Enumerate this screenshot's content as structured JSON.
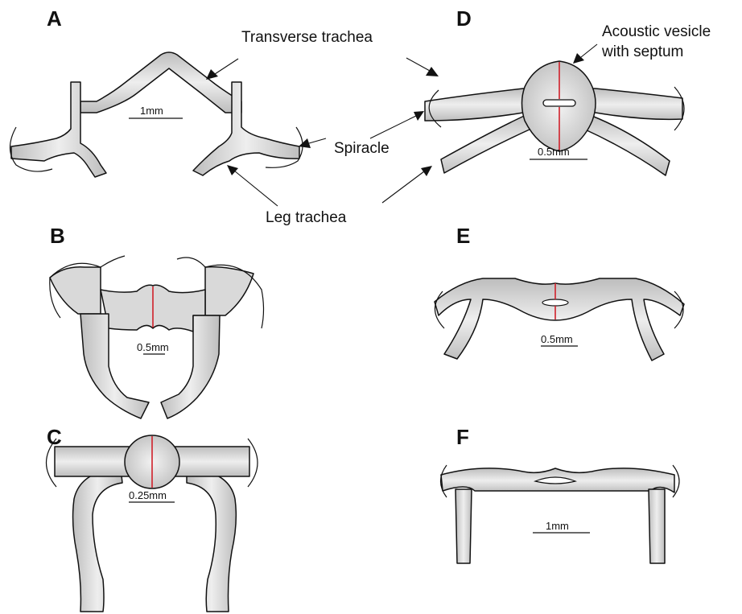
{
  "colors": {
    "trachea_fill": "#d9d9d9",
    "septum": "#d0202a",
    "outline": "#111111"
  },
  "panels": {
    "A": {
      "letter": "A",
      "scale": "1mm"
    },
    "B": {
      "letter": "B",
      "scale": "0.5mm"
    },
    "C": {
      "letter": "C",
      "scale": "0.25mm"
    },
    "D": {
      "letter": "D",
      "scale": "0.5mm"
    },
    "E": {
      "letter": "E",
      "scale": "0.5mm"
    },
    "F": {
      "letter": "F",
      "scale": "1mm"
    }
  },
  "labels": {
    "transverse_trachea": "Transverse trachea",
    "acoustic_vesicle_line1": "Acoustic vesicle",
    "acoustic_vesicle_line2": "with septum",
    "spiracle": "Spiracle",
    "leg_trachea": "Leg trachea"
  }
}
